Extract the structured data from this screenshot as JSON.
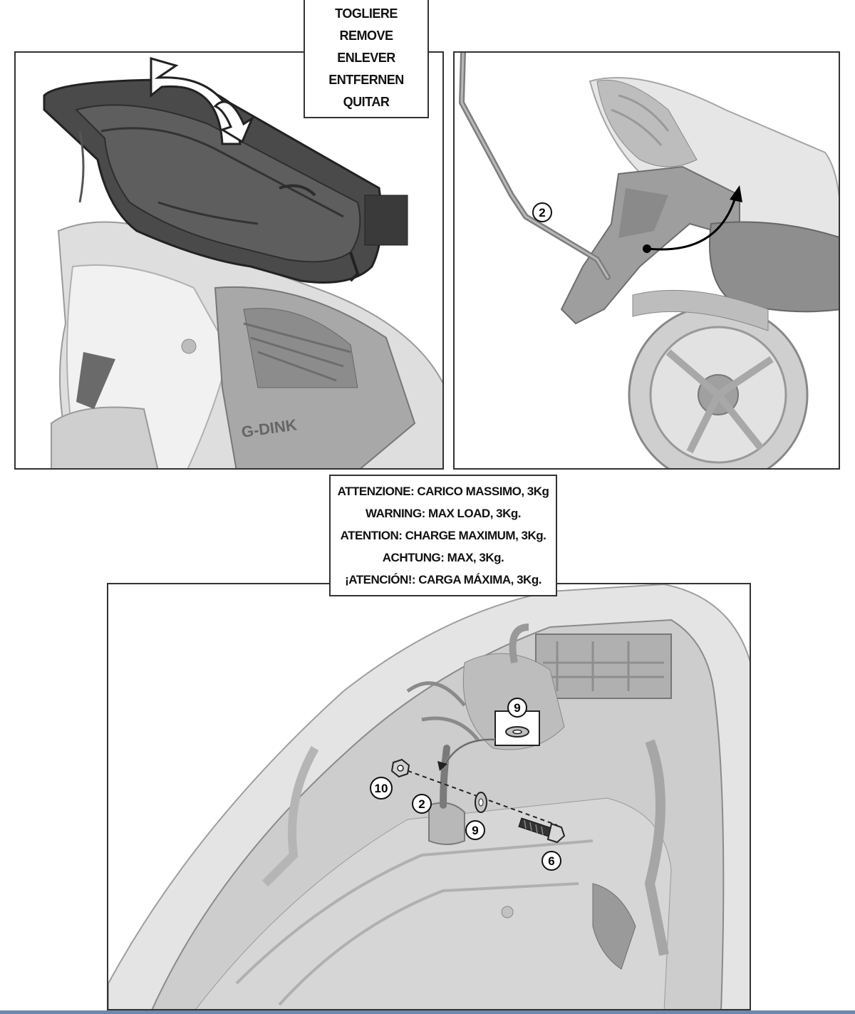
{
  "remove_label": {
    "lines": [
      "TOGLIERE",
      "REMOVE",
      "ENLEVER",
      "ENTFERNEN",
      "QUITAR"
    ]
  },
  "warning_label": {
    "lines": [
      "ATTENZIONE: CARICO MASSIMO, 3Kg",
      "WARNING: MAX LOAD, 3Kg.",
      "ATENTION: CHARGE MAXIMUM, 3Kg.",
      "ACHTUNG: MAX, 3Kg.",
      "¡ATENCIÓN!: CARGA MÁXIMA, 3Kg."
    ]
  },
  "callouts": {
    "top_right_part": "2",
    "washer_top": "9",
    "nut": "10",
    "bar": "2",
    "washer_bottom": "9",
    "bolt": "6"
  },
  "scooter_decal": "G-DINK",
  "colors": {
    "border": "#333333",
    "body_gray": "#c8c8c8",
    "dark_part": "#4a4a4a",
    "rule_blue": "#6f87a8"
  },
  "icons": [
    "curved-arrow-icon",
    "washer-icon",
    "nut-icon",
    "bolt-icon"
  ]
}
